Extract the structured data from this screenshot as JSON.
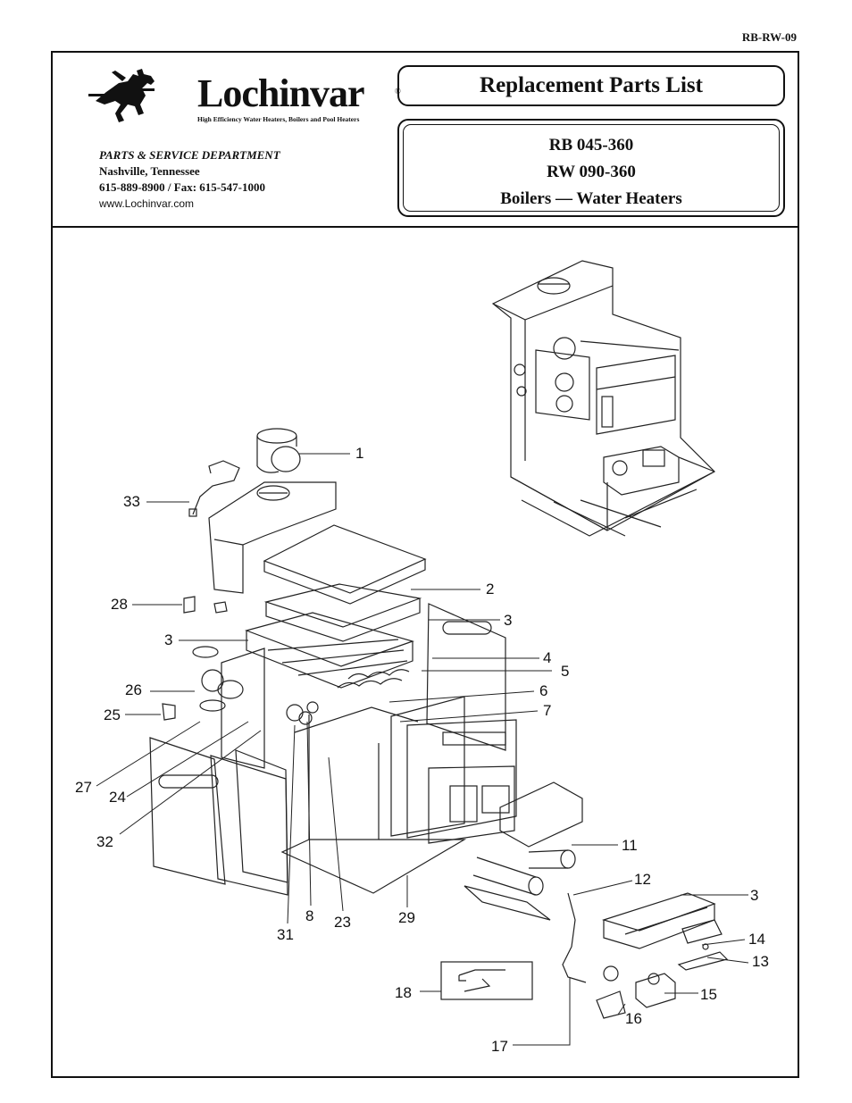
{
  "document_code": "RB-RW-09",
  "header": {
    "brand": {
      "name": "Lochinvar",
      "registered_mark": "®",
      "tagline": "High Efficiency Water Heaters, Boilers and Pool Heaters"
    },
    "contact": {
      "department": "PARTS & SERVICE DEPARTMENT",
      "city": "Nashville, Tennessee",
      "phone_fax": "615-889-8900 / Fax: 615-547-1000",
      "website": "www.Lochinvar.com"
    },
    "title": "Replacement Parts List",
    "models": {
      "line1": "RB 045-360",
      "line2": "RW 090-360",
      "line3": "Boilers — Water Heaters"
    }
  },
  "diagram": {
    "callouts": [
      {
        "id": "c1",
        "label": "1"
      },
      {
        "id": "c2",
        "label": "2"
      },
      {
        "id": "c3a",
        "label": "3"
      },
      {
        "id": "c3b",
        "label": "3"
      },
      {
        "id": "c3c",
        "label": "3"
      },
      {
        "id": "c4",
        "label": "4"
      },
      {
        "id": "c5",
        "label": "5"
      },
      {
        "id": "c6",
        "label": "6"
      },
      {
        "id": "c7",
        "label": "7"
      },
      {
        "id": "c8",
        "label": "8"
      },
      {
        "id": "c11",
        "label": "11"
      },
      {
        "id": "c12",
        "label": "12"
      },
      {
        "id": "c13",
        "label": "13"
      },
      {
        "id": "c14",
        "label": "14"
      },
      {
        "id": "c15",
        "label": "15"
      },
      {
        "id": "c16",
        "label": "16"
      },
      {
        "id": "c17",
        "label": "17"
      },
      {
        "id": "c18",
        "label": "18"
      },
      {
        "id": "c23",
        "label": "23"
      },
      {
        "id": "c24",
        "label": "24"
      },
      {
        "id": "c25",
        "label": "25"
      },
      {
        "id": "c26",
        "label": "26"
      },
      {
        "id": "c27",
        "label": "27"
      },
      {
        "id": "c28",
        "label": "28"
      },
      {
        "id": "c29",
        "label": "29"
      },
      {
        "id": "c31",
        "label": "31"
      },
      {
        "id": "c32",
        "label": "32"
      },
      {
        "id": "c33",
        "label": "33"
      }
    ]
  }
}
